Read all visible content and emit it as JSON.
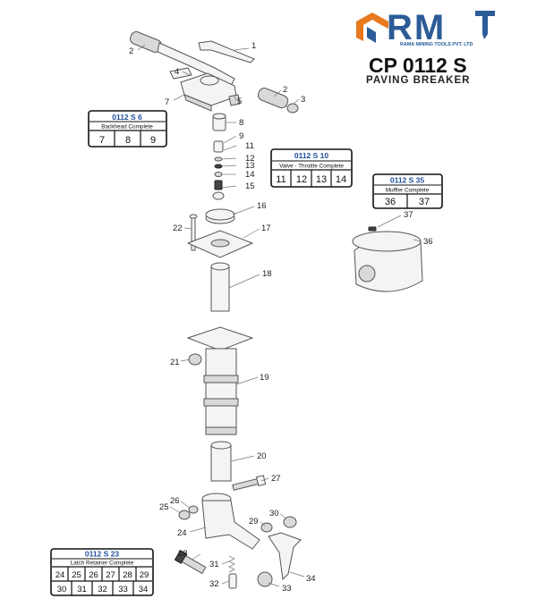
{
  "header": {
    "logo_letters": "RM",
    "company": "RAMA MINING TOOLS PVT. LTD",
    "model": "CP 0112 S",
    "product": "PAVING BREAKER"
  },
  "colors": {
    "logo_orange": "#e8791f",
    "logo_blue": "#2c5c97",
    "kit_code_blue": "#1f4e9c"
  },
  "callouts": {
    "c1": "1",
    "c2a": "2",
    "c2b": "2",
    "c3": "3",
    "c4": "4",
    "c5": "5",
    "c7": "7",
    "c8": "8",
    "c9": "9",
    "c11": "11",
    "c12": "12",
    "c13": "13",
    "c14": "14",
    "c15": "15",
    "c16": "16",
    "c17": "17",
    "c18": "18",
    "c19": "19",
    "c20": "20",
    "c21": "21",
    "c22": "22",
    "c24": "24",
    "c25": "25",
    "c26": "26",
    "c27": "27",
    "c28": "28",
    "c29": "29",
    "c30": "30",
    "c31": "31",
    "c32": "32",
    "c33": "33",
    "c34": "34",
    "c36": "36",
    "c37": "37"
  },
  "kits": {
    "backhead": {
      "code": "0112 S 6",
      "name": "Backhead Complete",
      "parts": [
        "7",
        "8",
        "9"
      ]
    },
    "valve": {
      "code": "0112 S 10",
      "name": "Valve - Throttle Complete",
      "parts": [
        "11",
        "12",
        "13",
        "14"
      ]
    },
    "muffler": {
      "code": "0112 S 35",
      "name": "Muffler Complete",
      "parts": [
        "36",
        "37"
      ]
    },
    "latch": {
      "code": "0112 S 23",
      "name": "Latch Retainer Complete",
      "parts": [
        "24",
        "25",
        "26",
        "27",
        "28",
        "29",
        "30",
        "31",
        "32",
        "33",
        "34"
      ]
    }
  }
}
